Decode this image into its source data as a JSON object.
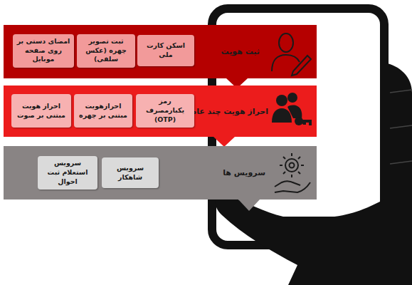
{
  "diagram": {
    "nodes": [
      {
        "text": [
          "ثبت هویت"
        ]
      },
      {
        "text": [
          "اسکن کارت ملی"
        ],
        "in": 0
      },
      {
        "text": [
          "ثبت تصویر چهره (عکس سلفی)"
        ],
        "in": 0
      },
      {
        "text": [
          "امضای دستی بر روی صفحه موبایل"
        ],
        "in": 0
      },
      {
        "text": [
          "احراز هویت چند عامله"
        ]
      },
      {
        "text": [
          "رمز یکبارمصرف (OTP)"
        ],
        "in": 4
      },
      {
        "text": [
          "احرازهویت مبتنی بر چهره"
        ],
        "in": 4
      },
      {
        "text": [
          "احراز هویت مبتنی بر صوت"
        ],
        "in": 4
      },
      {
        "text": [
          "سرویس ها"
        ]
      },
      {
        "text": [
          "سرویس شاهکار"
        ],
        "in": 8
      },
      {
        "text": [
          "سرویس استعلام ثبت احوال"
        ],
        "in": 8
      }
    ]
  }
}
